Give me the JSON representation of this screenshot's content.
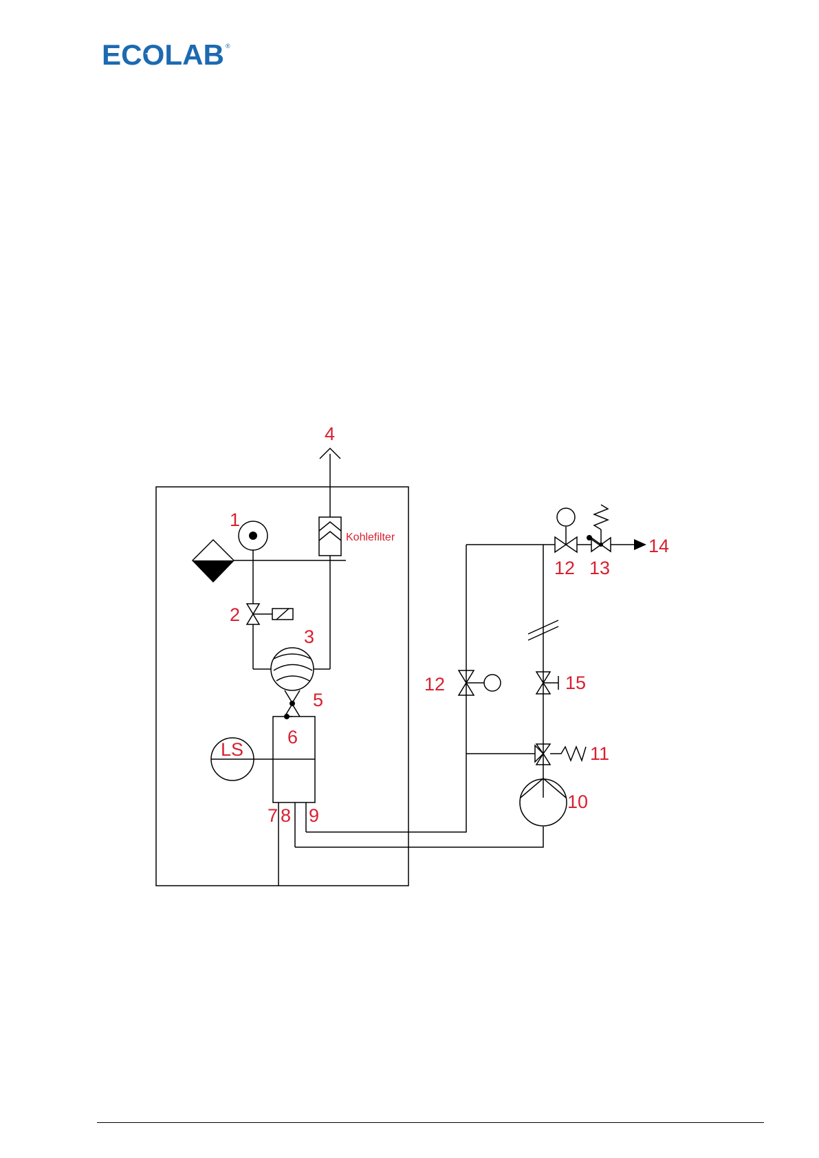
{
  "header": {
    "logo_text": "ECOLAB",
    "brand_color": "#1c6ab1"
  },
  "diagram": {
    "label_color": "#d8202f",
    "labels": {
      "l1": "1",
      "l2": "2",
      "l3": "3",
      "l4": "4",
      "l5": "5",
      "l6": "6",
      "l7": "7",
      "l8": "8",
      "l9": "9",
      "l10": "10",
      "l11": "11",
      "l12a": "12",
      "l12b": "12",
      "l13": "13",
      "l14": "14",
      "l15": "15",
      "ls": "LS",
      "filter": "Kohlefilter"
    }
  }
}
